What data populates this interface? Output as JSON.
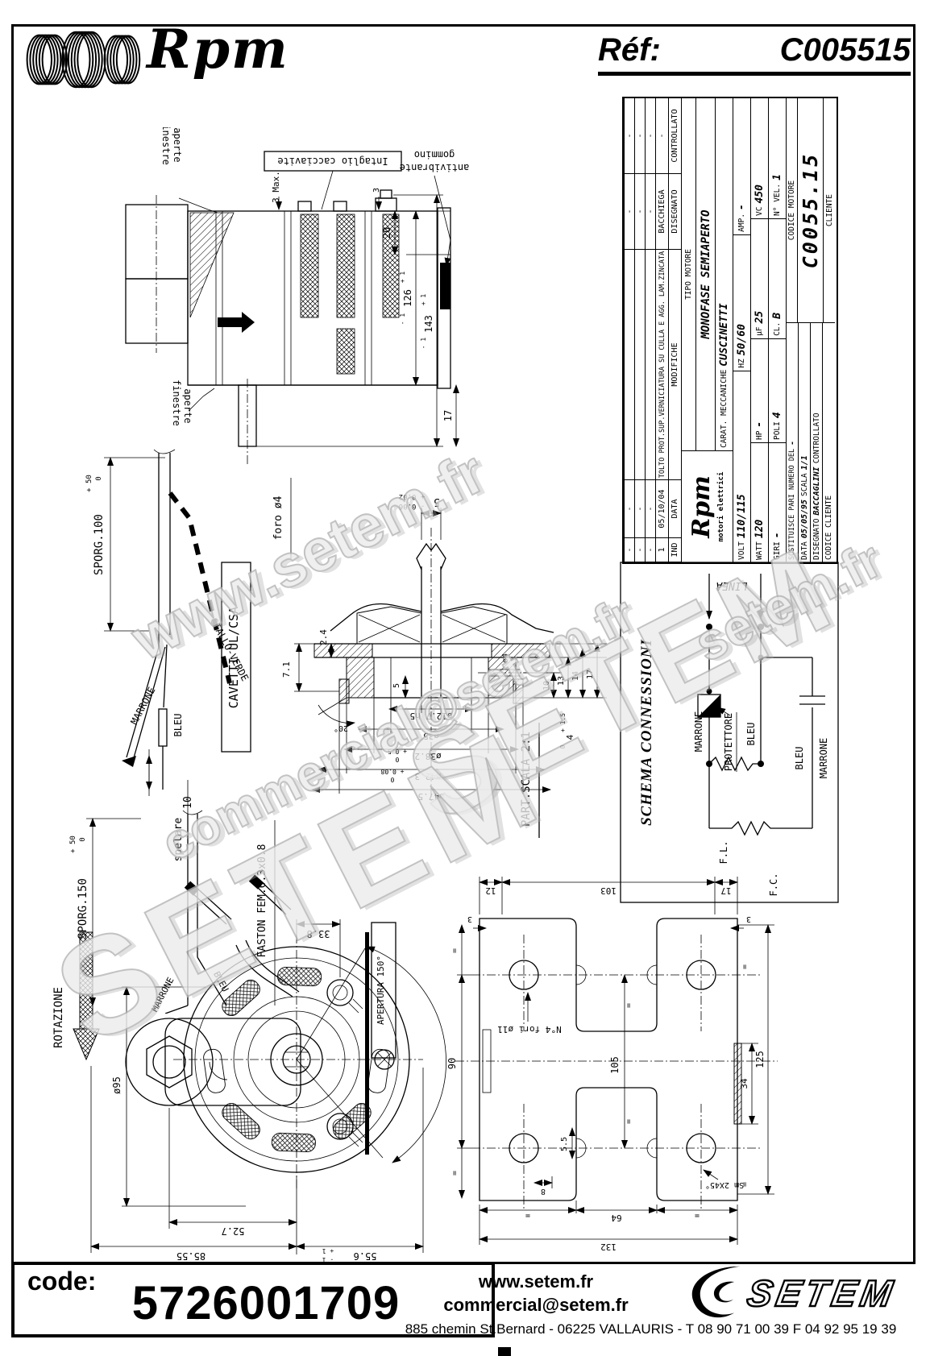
{
  "header": {
    "brand": "Rpm",
    "ref_label": "Réf:",
    "ref_value": "C005515"
  },
  "watermarks": {
    "w1": "www.setem.fr",
    "w2": "SETEM",
    "w3": "SETEM",
    "w4": "commercial@setem.fr",
    "w5": "setem.fr"
  },
  "tb": {
    "dash": "-",
    "rev": {
      "ind": "IND",
      "data": "DATA",
      "modifiche": "MODIFICHE",
      "disegnato": "DISEGNATO",
      "controllato": "CONTROLLATO",
      "r1_ind": "1",
      "r1_data": "05/10/04",
      "r1_text": "TOLTO PROT.SUP.VERNICIATURA SU CULLA E AGG. LAM.ZINCATA",
      "r1_disegnato": "BACCHIEGA"
    },
    "tipo_label": "TIPO MOTORE",
    "tipo_value": "MONOFASE SEMIAPERTO",
    "carat_label": "CARAT. MECCANICHE",
    "carat_value": "CUSCINETTI",
    "volt_l": "VOLT",
    "volt_v": "110/115",
    "hz_l": "HZ",
    "hz_v": "50/60",
    "amp_l": "AMP.",
    "amp_v": "-",
    "watt_l": "WATT",
    "watt_v": "120",
    "hp_l": "HP",
    "hp_v": "-",
    "uf_l": "µF",
    "uf_v": "25",
    "vc_l": "VC",
    "vc_v": "450",
    "giri_l": "GIRI",
    "giri_v": "-",
    "poli_l": "POLI",
    "poli_v": "4",
    "cl_l": "CL.",
    "cl_v": "B",
    "nvel_l": "N° VEL.",
    "nvel_v": "1",
    "brand": "Rpm",
    "brand_sub": "motori elettrici",
    "sost_l": "SOSTITUISCE PARI NUMERO DEL",
    "sost_v": "-",
    "data_l": "DATA",
    "data_v": "05/05/95",
    "scala_l": "SCALA",
    "scala_v": "1/1",
    "dis_l": "DISEGNATO",
    "dis_v": "BACCAGLINI",
    "contr_l": "CONTROLLATO",
    "cod_mot_l": "CODICE MOTORE",
    "cod_mot_v": "C0055.15",
    "cliente_l": "CLIENTE",
    "cod_cli_l": "CODICE CLIENTE"
  },
  "side": {
    "finestre1": "finestre",
    "finestre2": "aperte",
    "intaglio": "Intaglio cacciavite",
    "gommino1": "gommino",
    "gommino2": "antivibrante",
    "max3": "3 Max.",
    "d3": "3",
    "d20": "20",
    "d17": "17",
    "d126": "126",
    "d143": "143",
    "tol_p": "+ 1",
    "tol_m": "- 1"
  },
  "cables": {
    "sporg100": "SPORG.100",
    "sporg150": "SPORG.150",
    "tol_p": "+ 50",
    "tol_0": "0",
    "marrone": "MARRONE",
    "bleu": "BLEU",
    "giallo": "GIALLO-VERDE",
    "spelare": "spelare",
    "d10": "10",
    "cavetti": "CAVETTI UL/CSA",
    "faston": "FASTON FEM.6.3x0.8"
  },
  "shaft": {
    "foro": "foro ø4",
    "d5top": "5",
    "d5top_p": "+ 0.02",
    "d5top_m": "- 0.06",
    "d24": "2.4",
    "d71": "7.1",
    "a20": "20°",
    "d5": "5",
    "dia4": "ø4",
    "d10": "10",
    "d13": "13",
    "d14": "14",
    "d17": "17",
    "d4": "4",
    "d4_p": "+ 1.5",
    "d4_0": "0",
    "dia127": "ø12.7 h5",
    "dia35": "ø35",
    "dia382": "ø38.2",
    "dia382_p": "+ 0.5",
    "dia382_0": "0",
    "dia423": "ø42.3",
    "dia423_p": "+ 0.08",
    "dia423_0": "0",
    "dia475": "ø47.5",
    "part": "PART.SCALA 2:1"
  },
  "schema": {
    "title": "SCHEMA CONNESSIONI",
    "linea": "LINEA",
    "marrone1": "MARRONE",
    "protettore": "PROTETTORE",
    "bleu1": "BLEU",
    "bleu2": "BLEU",
    "marrone2": "MARRONE",
    "fl": "F.L.",
    "fc": "F.C."
  },
  "front": {
    "rotazione": "ROTAZIONE",
    "dia95": "ø95",
    "d338": "33.8",
    "d527": "52.7",
    "d8555": "85.55",
    "d556": "55.6",
    "tol_p": "+ 1",
    "tol_m": "- 1",
    "apertura": "APERTURA 150°"
  },
  "bracket": {
    "d12": "12",
    "d103": "103",
    "d17": "17",
    "d3a": "3",
    "d3b": "3",
    "d90": "90",
    "d105": "105",
    "d34": "34",
    "d125": "125",
    "d55": "5.5",
    "d8": "8",
    "d64": "64",
    "d132": "132",
    "fori": "N°4 fori ø11",
    "smusso": "Sm 2X45°",
    "eq": "="
  },
  "footer": {
    "code_label": "code:",
    "code_value": "5726001709",
    "site": "www.setem.fr",
    "email": "commercial@setem.fr",
    "address": "885 chemin St.Bernard  -  06225 VALLAURIS  -  T 08 90 71 00 39   F 04 92 95 19 39",
    "logo": "SETEM"
  }
}
